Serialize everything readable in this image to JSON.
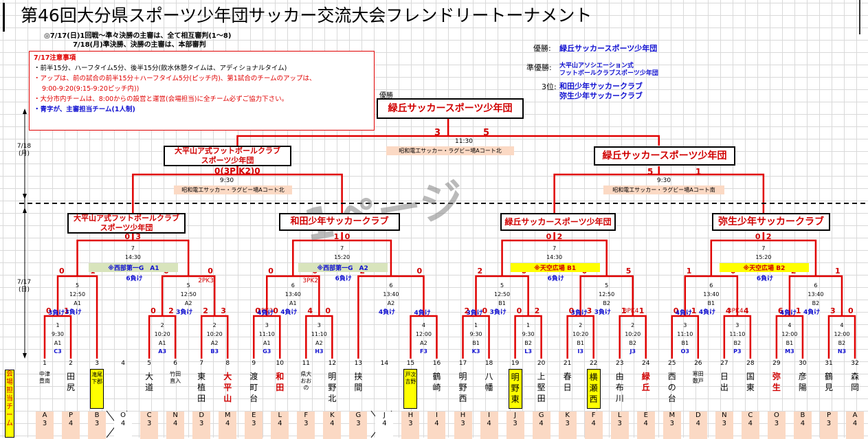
{
  "title": "第46回大分県スポーツ少年団サッカー交流大会フレンドリートーナメント",
  "notes": {
    "line1": "◎7/17(日)1回戦～準々決勝の主審は、全て相互審判(1～8)",
    "line2": "7/18(月)準決勝、決勝の主審は、本部審判"
  },
  "notice": {
    "heading": "7/17注意事項",
    "row1": "・前半15分、ハーフタイム5分、後半15分(飲水休憩タイムは、アディショナルタイム)",
    "row2": "・アップは、前の試合の前半15分＋ハーフタイム5分(ピッチ内)、第1試合のチームのアップは、",
    "row3": "9:00-9:20(9:15-9:20ピッチ内))",
    "row4": "・大分市内チームは、8:00からの設営と運営(会場担当)に全チーム必ずご協力下さい。",
    "row5": "・青字が、主審担当チーム(1人制)"
  },
  "results": {
    "winner_label": "優勝:",
    "winner": "緑丘サッカースポーツ少年団",
    "runnerup_label": "準優勝:",
    "runnerup_1": "大平山アソシエーション式",
    "runnerup_2": "フットボールクラブスポーツ少年団",
    "third_label": "3位:",
    "third_1": "和田少年サッカークラブ",
    "third_2": "弥生少年サッカークラブ"
  },
  "final": {
    "label": "優勝",
    "champion": "緑丘サッカースポーツ少年団",
    "score_l": "3",
    "score_r": "5",
    "time": "11:30",
    "venue": "昭和電工サッカー・ラグビー場Aコート北"
  },
  "semis": [
    {
      "name_1": "大平山ア式フットボールクラブ",
      "name_2": "スポーツ少年団",
      "score": "0(3P K2)0",
      "time": "9:30",
      "venue": "昭和電工サッカー・ラグビー場Aコート北"
    },
    {
      "name_1": "緑丘サッカースポーツ少年団",
      "score_l": "5",
      "score_r": "1",
      "time": "9:30",
      "venue": "昭和電工サッカー・ラグビー場Aコート南"
    }
  ],
  "qf": [
    {
      "name_1": "大平山ア式フットボールクラブ",
      "name_2": "スポーツ少年団",
      "sl": "0",
      "sr": "3",
      "no": "7",
      "time": "14:30",
      "pool": "※西部第一G　A1",
      "lose": "6負け"
    },
    {
      "name_1": "和田少年サッカークラブ",
      "sl": "1",
      "sr": "0",
      "no": "7",
      "time": "15:20",
      "pool": "※西部第一G　A2",
      "lose": "6負け"
    },
    {
      "name_1": "緑丘サッカースポーツ少年団",
      "sl": "0",
      "sr": "2",
      "no": "7",
      "time": "14:30",
      "pool": "※天空広場 B1",
      "lose": "6負け"
    },
    {
      "name_1": "弥生少年サッカークラブ",
      "sl": "0",
      "sr": "2",
      "no": "7",
      "time": "15:20",
      "pool": "※天空広場 B2",
      "lose": "6負け"
    }
  ],
  "r2": [
    {
      "sl": "0",
      "sr": "1",
      "pk": "",
      "no": "5",
      "time": "12:50",
      "court": "A1",
      "lose": "3負け"
    },
    {
      "sl": "0",
      "sr": "0",
      "pk": "2PK3",
      "no": "5",
      "time": "12:50",
      "court": "A2",
      "lose": "3負け"
    },
    {
      "sl": "0",
      "sr": "0",
      "pk": "3PK2",
      "no": "6",
      "time": "13:40",
      "court": "A1",
      "lose": "4負け"
    },
    {
      "sl": "2",
      "sr": "0",
      "pk": "",
      "no": "6",
      "time": "13:40",
      "court": "A2",
      "lose": "4負け"
    },
    {
      "sl": "2",
      "sr": "0",
      "pk": "",
      "no": "5",
      "time": "12:50",
      "court": "B1",
      "lose": "3負け"
    },
    {
      "sl": "0",
      "sr": "5",
      "pk": "",
      "no": "5",
      "time": "12:50",
      "court": "B2",
      "lose": "3負け"
    },
    {
      "sl": "1",
      "sr": "0",
      "pk": "",
      "no": "6",
      "time": "13:40",
      "court": "B1",
      "lose": "4負け"
    },
    {
      "sl": "2",
      "sr": "1",
      "pk": "",
      "no": "6",
      "time": "13:40",
      "court": "B2",
      "lose": "4負け"
    }
  ],
  "r1": [
    {
      "sl": "0",
      "sr": "1",
      "pk": "",
      "no": "1",
      "time": "9:30",
      "court": "A1",
      "ref": "C3",
      "lose": "3負け"
    },
    {
      "sl": "0",
      "sr": "2",
      "pk": "",
      "no": "2",
      "time": "10:20",
      "court": "A1",
      "ref": "A3",
      "lose": ""
    },
    {
      "sl": "2",
      "sr": "3",
      "pk": "",
      "no": "2",
      "time": "10:20",
      "court": "A2",
      "ref": "B3",
      "lose": ""
    },
    {
      "sl": "0",
      "sr": "0",
      "pk": "2PK3",
      "no": "3",
      "time": "11:10",
      "court": "A1",
      "ref": "G3",
      "lose": "4負け"
    },
    {
      "sl": "4",
      "sr": "0",
      "pk": "",
      "no": "3",
      "time": "11:10",
      "court": "A2",
      "ref": "H3",
      "lose": ""
    },
    {
      "sl": "",
      "sr": "",
      "pk": "",
      "no": "4",
      "time": "12:00",
      "court": "A2",
      "ref": "F3",
      "lose": "4負け"
    },
    {
      "sl": "2",
      "sr": "0",
      "pk": "",
      "no": "1",
      "time": "9:30",
      "court": "B1",
      "ref": "K3",
      "lose": "3負け"
    },
    {
      "sl": "0",
      "sr": "2",
      "pk": "",
      "no": "1",
      "time": "9:30",
      "court": "B2",
      "ref": "L3",
      "lose": ""
    },
    {
      "sl": "0",
      "sr": "3",
      "pk": "",
      "no": "2",
      "time": "10:20",
      "court": "B1",
      "ref": "I3",
      "lose": "3負け"
    },
    {
      "sl": "1",
      "sr": "1",
      "pk": "3PK4",
      "no": "2",
      "time": "10:20",
      "court": "B2",
      "ref": "J3",
      "lose": ""
    },
    {
      "sl": "0",
      "sr": "1",
      "pk": "",
      "no": "3",
      "time": "11:10",
      "court": "B1",
      "ref": "O3",
      "lose": "4負け"
    },
    {
      "sl": "4",
      "sr": "4",
      "pk": "3PK4",
      "no": "3",
      "time": "11:10",
      "court": "B2",
      "ref": "P3",
      "lose": ""
    },
    {
      "sl": "6",
      "sr": "1",
      "pk": "",
      "no": "4",
      "time": "12:00",
      "court": "B1",
      "ref": "M3",
      "lose": "4負け"
    },
    {
      "sl": "3",
      "sr": "0",
      "pk": "",
      "no": "4",
      "time": "12:00",
      "court": "B2",
      "ref": "N3",
      "lose": ""
    }
  ],
  "teams": [
    {
      "n": "1",
      "name": "中津豊南",
      "s": true
    },
    {
      "n": "2",
      "name": "田尻"
    },
    {
      "n": "3",
      "name": "滝尾下郡",
      "y": true,
      "s": true
    },
    {
      "n": "4",
      "name": ""
    },
    {
      "n": "5",
      "name": "大道"
    },
    {
      "n": "6",
      "name": "竹田直入",
      "s": true
    },
    {
      "n": "7",
      "name": "東植田"
    },
    {
      "n": "8",
      "name": "大平山",
      "r": true
    },
    {
      "n": "9",
      "name": "渡町台"
    },
    {
      "n": "10",
      "name": "和田",
      "r": true
    },
    {
      "n": "11",
      "name": "県大おおの",
      "s": true
    },
    {
      "n": "12",
      "name": "明野北"
    },
    {
      "n": "13",
      "name": "挟間"
    },
    {
      "n": "14",
      "name": ""
    },
    {
      "n": "15",
      "name": "戸次吉野",
      "y": true,
      "s": true
    },
    {
      "n": "16",
      "name": "鶴崎"
    },
    {
      "n": "17",
      "name": "明野西"
    },
    {
      "n": "18",
      "name": "八幡"
    },
    {
      "n": "19",
      "name": "明野東",
      "y": true
    },
    {
      "n": "20",
      "name": "上堅田"
    },
    {
      "n": "21",
      "name": "春日"
    },
    {
      "n": "22",
      "name": "横瀬西",
      "y": true
    },
    {
      "n": "23",
      "name": "由布川"
    },
    {
      "n": "24",
      "name": "緑丘",
      "r": true
    },
    {
      "n": "25",
      "name": "西の台"
    },
    {
      "n": "26",
      "name": "寒田敷戸",
      "s": true
    },
    {
      "n": "27",
      "name": "日出"
    },
    {
      "n": "28",
      "name": "国東"
    },
    {
      "n": "29",
      "name": "弥生",
      "r": true
    },
    {
      "n": "30",
      "name": "彦陽"
    },
    {
      "n": "31",
      "name": "鶴見"
    },
    {
      "n": "32",
      "name": "森岡"
    }
  ],
  "codes": [
    "A",
    "P",
    "B",
    "O",
    "C",
    "N",
    "D",
    "M",
    "E",
    "L",
    "F",
    "K",
    "G",
    "J",
    "H",
    "I",
    "H",
    "I",
    "J",
    "G",
    "K",
    "F",
    "L",
    "E",
    "M",
    "D",
    "N",
    "C",
    "O",
    "B",
    "P",
    "A"
  ],
  "code_nums": [
    "3",
    "4",
    "3",
    "4",
    "3",
    "4",
    "3",
    "4",
    "3",
    "4",
    "3",
    "4",
    "3",
    "4",
    "3",
    "4",
    "3",
    "4",
    "3",
    "4",
    "3",
    "4",
    "3",
    "4",
    "3",
    "4",
    "3",
    "4",
    "3",
    "4",
    "3",
    "4"
  ],
  "date_18": "7/18\n(月)",
  "date_17": "7/17\n(日)",
  "venue_duty": "会場担当チーム",
  "watermark": "1ページ",
  "colors": {
    "line": "#e00000",
    "blue": "#1010d0",
    "yellow": "#ffff00",
    "green": "#d8e4bc",
    "peach": "#fbd9c4"
  }
}
